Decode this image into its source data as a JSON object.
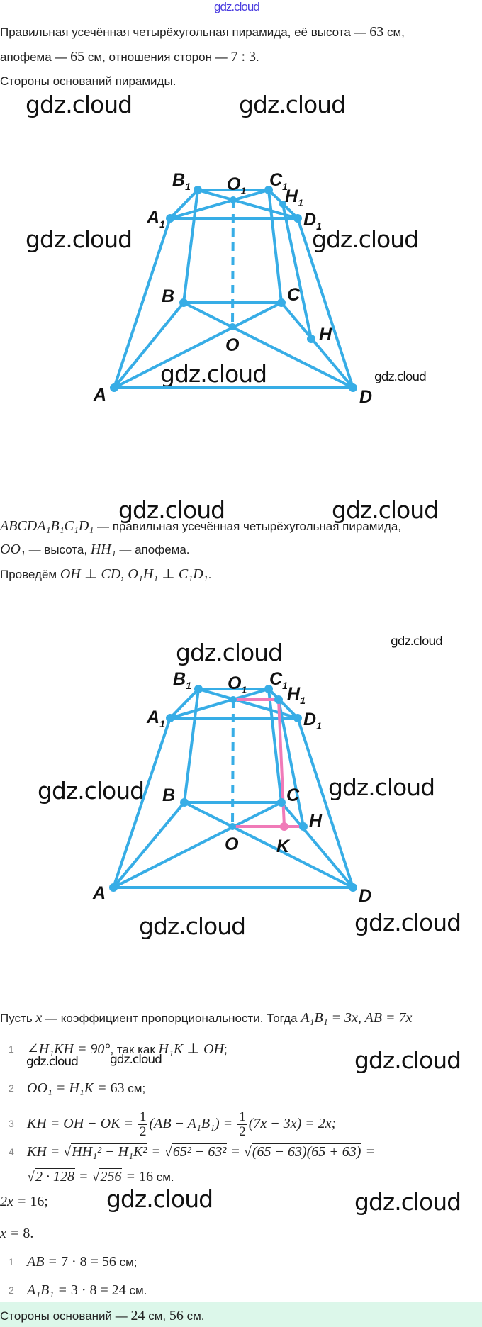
{
  "watermark": "gdz.cloud",
  "colors": {
    "line": "#37ade6",
    "highlight": "#f07ab8",
    "answer_bg": "#dcf7ea"
  },
  "problem": [
    [
      {
        "t": "Правильная усечённая четырёхугольная пирамида, её высота — "
      },
      {
        "n": "63"
      },
      {
        "t": " см,"
      }
    ],
    [
      {
        "t": "апофема — "
      },
      {
        "n": "65"
      },
      {
        "t": " см, отношения сторон — "
      },
      {
        "n": "7 : 3"
      },
      {
        "t": "."
      }
    ],
    [
      {
        "t": "Стороны оснований пирамиды."
      }
    ]
  ],
  "diagram1": {
    "labels": {
      "B1": [
        "B",
        "1"
      ],
      "O1": [
        "O",
        "1"
      ],
      "C1": [
        "C",
        "1"
      ],
      "H1": [
        "H",
        "1"
      ],
      "A1": [
        "A",
        "1"
      ],
      "D1": [
        "D",
        "1"
      ],
      "B": "B",
      "C": "C",
      "O": "O",
      "H": "H",
      "A": "A",
      "D": "D"
    }
  },
  "statement": [
    [
      {
        "m": "ABCDA₁B₁C₁D₁"
      },
      {
        "t": " — правильная усечённая четырёхугольная пирамида,"
      }
    ],
    [
      {
        "m": "OO₁"
      },
      {
        "t": " — высота, "
      },
      {
        "m": "HH₁"
      },
      {
        "t": " — апофема."
      }
    ],
    [
      {
        "t": "Проведём "
      },
      {
        "m": "OH ⊥ CD, O₁H₁ ⊥ C₁D₁"
      },
      {
        "t": "."
      }
    ]
  ],
  "diagram2": {
    "labels": {
      "B1": [
        "B",
        "1"
      ],
      "O1": [
        "O",
        "1"
      ],
      "C1": [
        "C",
        "1"
      ],
      "H1": [
        "H",
        "1"
      ],
      "A1": [
        "A",
        "1"
      ],
      "D1": [
        "D",
        "1"
      ],
      "B": "B",
      "C": "C",
      "O": "O",
      "H": "H",
      "K": "K",
      "A": "A",
      "D": "D"
    }
  },
  "solution": {
    "intro": [
      {
        "t": "Пусть "
      },
      {
        "m": "x"
      },
      {
        "t": " — коэффициент пропорциональности. Тогда "
      },
      {
        "m": "A₁B₁ = 3x, AB = 7x"
      }
    ],
    "steps": [
      {
        "num": "1",
        "seg": [
          {
            "m": "∠H₁KH = 90°"
          },
          {
            "t": ", так как "
          },
          {
            "m": "H₁K ⊥ OH"
          },
          {
            "t": ";"
          }
        ]
      },
      {
        "num": "2",
        "seg": [
          {
            "m": "OO₁ = H₁K = "
          },
          {
            "n": "63"
          },
          {
            "t": " см;"
          }
        ]
      },
      {
        "num": "3",
        "seg": [
          {
            "m": "KH = OH − OK = "
          },
          {
            "f": [
              "1",
              "2"
            ]
          },
          {
            "m": "(AB − A₁B₁) = "
          },
          {
            "f": [
              "1",
              "2"
            ]
          },
          {
            "m": "(7x − 3x) = 2x;"
          }
        ]
      },
      {
        "num": "4",
        "seg": [
          {
            "m": "KH = "
          },
          {
            "s": "HH₁² − H₁K²"
          },
          {
            "m": " = "
          },
          {
            "s": "65² − 63²"
          },
          {
            "m": " = "
          },
          {
            "s": "(65 − 63)(65 + 63)"
          },
          {
            "m": " ="
          }
        ]
      }
    ],
    "step4_cont": [
      {
        "s": "2 · 128"
      },
      {
        "m": " = "
      },
      {
        "s": "256"
      },
      {
        "m": " = "
      },
      {
        "n": "16"
      },
      {
        "t": " см."
      }
    ],
    "eq1": [
      {
        "m": "2x = "
      },
      {
        "n": "16;"
      }
    ],
    "eq2": [
      {
        "m": "x = "
      },
      {
        "n": "8."
      }
    ],
    "results": [
      {
        "num": "1",
        "seg": [
          {
            "m": "AB = "
          },
          {
            "n": "7 · 8 = 56"
          },
          {
            "t": " см;"
          }
        ]
      },
      {
        "num": "2",
        "seg": [
          {
            "m": "A₁B₁ = "
          },
          {
            "n": "3 · 8 = 24"
          },
          {
            "t": " см."
          }
        ]
      }
    ],
    "answer": [
      {
        "t": "Стороны оснований — "
      },
      {
        "n": "24"
      },
      {
        "t": " см, "
      },
      {
        "n": "56"
      },
      {
        "t": " см."
      }
    ]
  }
}
